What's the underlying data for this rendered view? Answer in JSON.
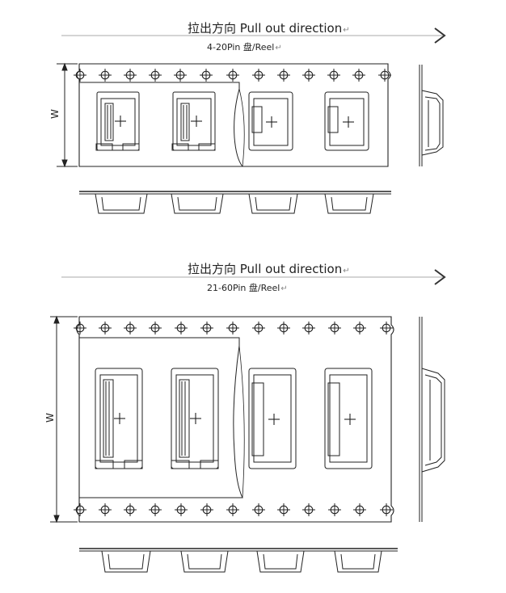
{
  "sections": [
    {
      "direction_label": "拉出方向 Pull out direction",
      "spec_label": "4-20Pin  盘/Reel",
      "width_label": "W"
    },
    {
      "direction_label": "拉出方向 Pull out direction",
      "spec_label": "21-60Pin  盘/Reel",
      "width_label": "W"
    }
  ],
  "return_mark": "↵"
}
